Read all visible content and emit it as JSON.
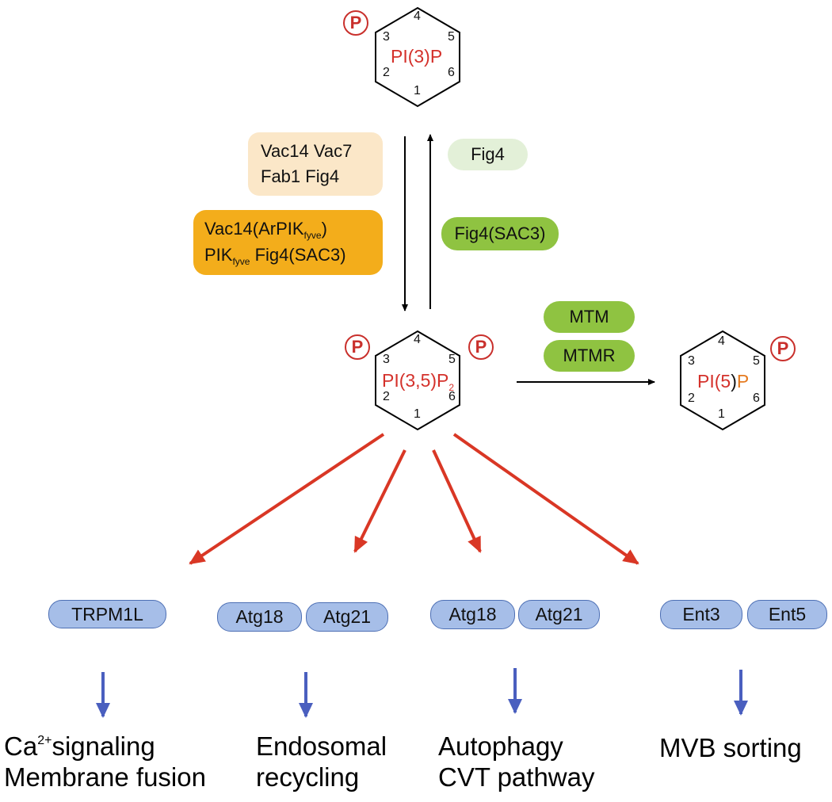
{
  "colors": {
    "arrow_red": "#d93725",
    "arrow_blue": "#4a5fbf",
    "label_red": "#d4312b",
    "label_orange": "#e57a1f",
    "box_light": "#fbe7c8",
    "box_orange": "#f3ad1b",
    "pill_pale_green": "#e3f0d8",
    "pill_green": "#8fc341",
    "pill_blue": "#a6bee8"
  },
  "molecules": {
    "pi3p": {
      "pre": "PI(3)P",
      "p_marker": "P",
      "numbers": [
        "4",
        "3",
        "5",
        "2",
        "6",
        "1"
      ]
    },
    "pi35p2": {
      "pre": "PI(3,5)P",
      "sub": "2",
      "p_marker": "P",
      "numbers": [
        "4",
        "3",
        "5",
        "2",
        "6",
        "1"
      ]
    },
    "pi5p": {
      "pre": "PI(",
      "mid": "5",
      "close": ")",
      "tail": "P",
      "p_marker": "P",
      "numbers": [
        "4",
        "3",
        "5",
        "2",
        "6",
        "1"
      ]
    }
  },
  "yeast_complex": {
    "line1": "Vac14  Vac7",
    "line2": "Fab1  Fig4"
  },
  "mammal_complex": {
    "line1_pre": "Vac14(ArPIK",
    "line1_sub": "fyve",
    "line1_post": ")",
    "line2_pre": "PIK",
    "line2_sub": "fyve",
    "line2_post": " Fig4(SAC3)"
  },
  "reverse_enzymes": {
    "yeast": "Fig4",
    "mammal": "Fig4(SAC3)"
  },
  "phosphatases": {
    "mtm": "MTM",
    "mtmr": "MTMR"
  },
  "effectors": {
    "e1": [
      "TRPM1L"
    ],
    "e2": [
      "Atg18",
      "Atg21"
    ],
    "e3": [
      "Atg18",
      "Atg21"
    ],
    "e4": [
      "Ent3",
      "Ent5"
    ]
  },
  "outcomes": {
    "o1": {
      "ca": "Ca",
      "sup": "2+",
      "rest": "signaling",
      "line2": "Membrane fusion"
    },
    "o2": {
      "line1": "Endosomal",
      "line2": "recycling"
    },
    "o3": {
      "line1": "Autophagy",
      "line2": "CVT pathway"
    },
    "o4": {
      "line1": "MVB sorting"
    }
  }
}
